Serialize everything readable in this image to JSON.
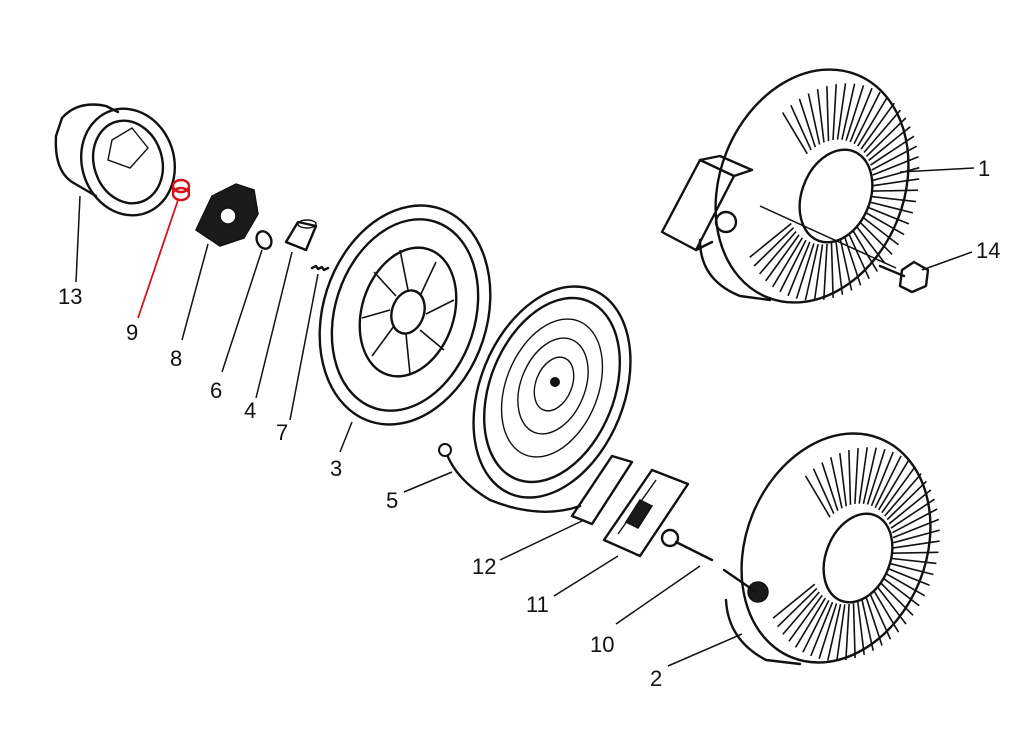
{
  "diagram": {
    "highlight_color": "#d3131b",
    "line_color": "#111111",
    "background": "#ffffff",
    "labels": {
      "p1": "1",
      "p2": "2",
      "p3": "3",
      "p4": "4",
      "p5": "5",
      "p6": "6",
      "p7": "7",
      "p8": "8",
      "p9": "9",
      "p10": "10",
      "p11": "11",
      "p12": "12",
      "p13": "13",
      "p14": "14"
    },
    "highlighted_part": "9"
  }
}
